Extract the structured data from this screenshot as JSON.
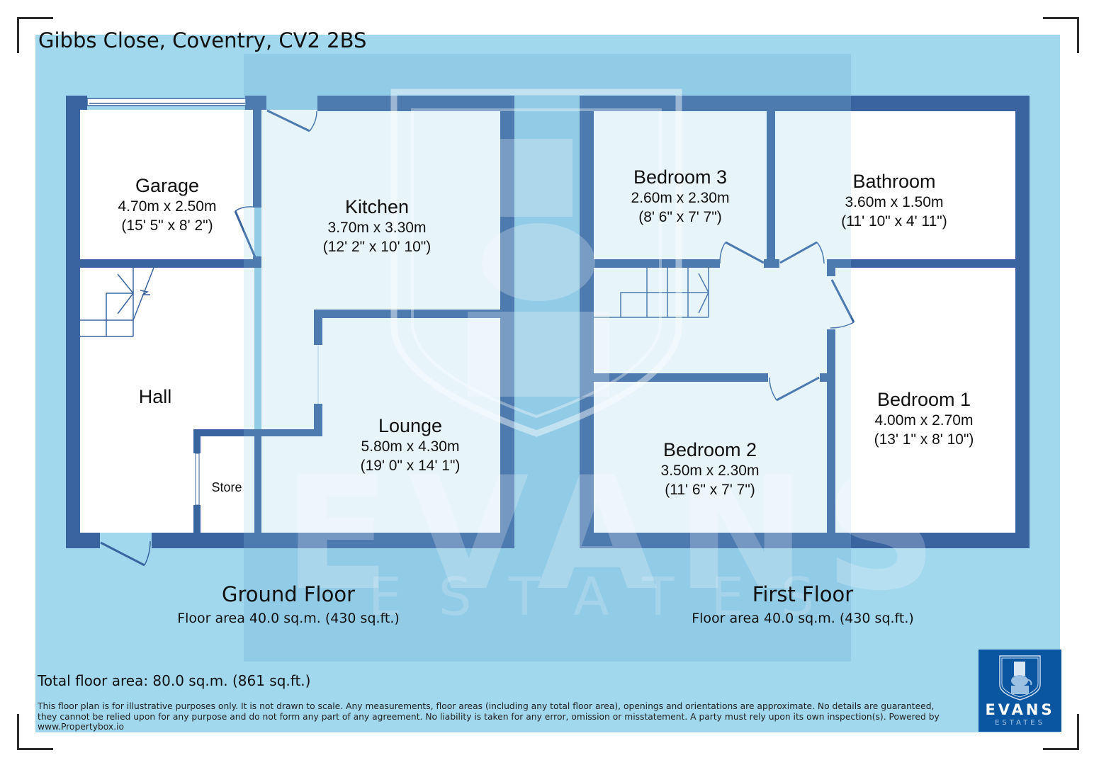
{
  "header": {
    "title": "Gibbs Close, Coventry, CV2 2BS"
  },
  "ground_floor": {
    "name": "Ground Floor",
    "area": "Floor area 40.0 sq.m. (430 sq.ft.)",
    "rooms": [
      {
        "name": "Garage",
        "metric": "4.70m x 2.50m",
        "imperial": "(15' 5\" x 8' 2\")"
      },
      {
        "name": "Kitchen",
        "metric": "3.70m x 3.30m",
        "imperial": "(12' 2\" x 10' 10\")"
      },
      {
        "name": "Hall"
      },
      {
        "name": "Lounge",
        "metric": "5.80m x 4.30m",
        "imperial": "(19' 0\" x 14' 1\")"
      },
      {
        "name": "Store"
      }
    ]
  },
  "first_floor": {
    "name": "First Floor",
    "area": "Floor area 40.0 sq.m. (430 sq.ft.)",
    "rooms": [
      {
        "name": "Bedroom 3",
        "metric": "2.60m x 2.30m",
        "imperial": "(8' 6\" x 7' 7\")"
      },
      {
        "name": "Bathroom",
        "metric": "3.60m x 1.50m",
        "imperial": "(11' 10\" x 4' 11\")"
      },
      {
        "name": "Bedroom 2",
        "metric": "3.50m x 2.30m",
        "imperial": "(11' 6\" x 7' 7\")"
      },
      {
        "name": "Bedroom 1",
        "metric": "4.00m x 2.70m",
        "imperial": "(13' 1\" x 8' 10\")"
      }
    ]
  },
  "footer": {
    "total_area": "Total floor area: 80.0 sq.m. (861 sq.ft.)",
    "disclaimer": "This floor plan is for illustrative purposes only. It is not drawn to scale. Any measurements, floor areas (including any total floor area), openings and orientations are approximate. No details are guaranteed, they cannot be relied upon for any purpose and do not form any part of any agreement. No liability is taken for any error, omission or misstatement. A party must rely upon its own inspection(s). Powered by www.Propertybox.io"
  },
  "logo": {
    "brand": "EVANS",
    "sub": "ESTATES",
    "icon": "shield-castle-elephant-icon"
  },
  "watermark": {
    "brand": "EVANS",
    "sub": "ESTATES"
  },
  "colors": {
    "wall": "#3a64a0",
    "background": "#a2d8ee",
    "background_inner": "#92cbe6",
    "room_fill": "#ffffff",
    "logo_bg": "#0a56a0"
  }
}
